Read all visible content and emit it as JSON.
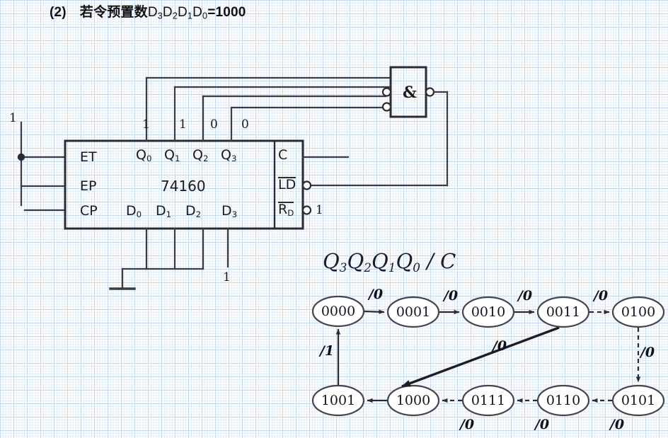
{
  "heading": {
    "number": "(2)",
    "cn_text": "若令预置数",
    "preset_symbols": [
      "D",
      "D",
      "D",
      "D"
    ],
    "preset_subs": [
      "3",
      "2",
      "1",
      "0"
    ],
    "equals": "=1000"
  },
  "circuit": {
    "chip_name": "74160",
    "left_pins": [
      "ET",
      "EP",
      "CP"
    ],
    "q_outputs": [
      {
        "base": "Q",
        "sub": "0"
      },
      {
        "base": "Q",
        "sub": "1"
      },
      {
        "base": "Q",
        "sub": "2"
      },
      {
        "base": "Q",
        "sub": "3"
      }
    ],
    "d_inputs": [
      {
        "base": "D",
        "sub": "0"
      },
      {
        "base": "D",
        "sub": "1"
      },
      {
        "base": "D",
        "sub": "2"
      },
      {
        "base": "D",
        "sub": "3"
      }
    ],
    "right_pins": [
      {
        "label": "C",
        "overbar": false
      },
      {
        "label": "LD",
        "overbar": true
      },
      {
        "label": "R",
        "sub": "D",
        "overbar": true
      }
    ],
    "gate_symbol": "&",
    "q_tap_values": [
      "1",
      "1",
      "0",
      "0"
    ],
    "enable_source_label": "1",
    "rd_label": "1",
    "d3_label": "1"
  },
  "state_diagram": {
    "title_q": [
      "Q",
      "Q",
      "Q",
      "Q"
    ],
    "title_subs": [
      "3",
      "2",
      "1",
      "0"
    ],
    "title_sep": "/",
    "title_out": "C",
    "states_top": [
      "0000",
      "0001",
      "0010",
      "0011",
      "0100"
    ],
    "states_bottom": [
      "1001",
      "1000",
      "0111",
      "0110",
      "0101"
    ],
    "transitions": [
      {
        "from": "0000",
        "to": "0001",
        "label": "/0",
        "style": "solid"
      },
      {
        "from": "0001",
        "to": "0010",
        "label": "/0",
        "style": "solid"
      },
      {
        "from": "0010",
        "to": "0011",
        "label": "/0",
        "style": "solid"
      },
      {
        "from": "0011",
        "to": "0100",
        "label": "/0",
        "style": "dashed"
      },
      {
        "from": "0100",
        "to": "0101",
        "label": "/0",
        "style": "dashed"
      },
      {
        "from": "0101",
        "to": "0110",
        "label": "/0",
        "style": "dashed"
      },
      {
        "from": "0110",
        "to": "0111",
        "label": "/0",
        "style": "dashed"
      },
      {
        "from": "0111",
        "to": "1000",
        "label": "/0",
        "style": "dashed"
      },
      {
        "from": "1000",
        "to": "1001",
        "label": "",
        "style": "solid"
      },
      {
        "from": "1001",
        "to": "0000",
        "label": "/1",
        "style": "solid"
      },
      {
        "from": "0011",
        "to": "1000",
        "label": "/0",
        "style": "solid"
      }
    ]
  },
  "colors": {
    "ink": "#2b2b33",
    "grid_major": "#c3daf2",
    "grid_minor": "#e3eefb",
    "paper": "#ffffff"
  }
}
